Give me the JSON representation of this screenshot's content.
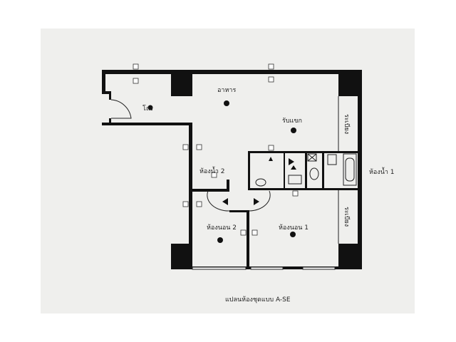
{
  "plan": {
    "caption": "แปลนห้องชุดแบบ A-SE",
    "rooms": {
      "hall": "โถง",
      "dining": "อาหาร",
      "living": "รับแขก",
      "balcony_upper": "ระเบียง",
      "balcony_lower": "ระเบียง",
      "bathroom_2": "ห้องน้ำ 2",
      "bathroom_1": "ห้องน้ำ 1",
      "bedroom_2": "ห้องนอน 2",
      "bedroom_1": "ห้องนอน 1"
    }
  }
}
